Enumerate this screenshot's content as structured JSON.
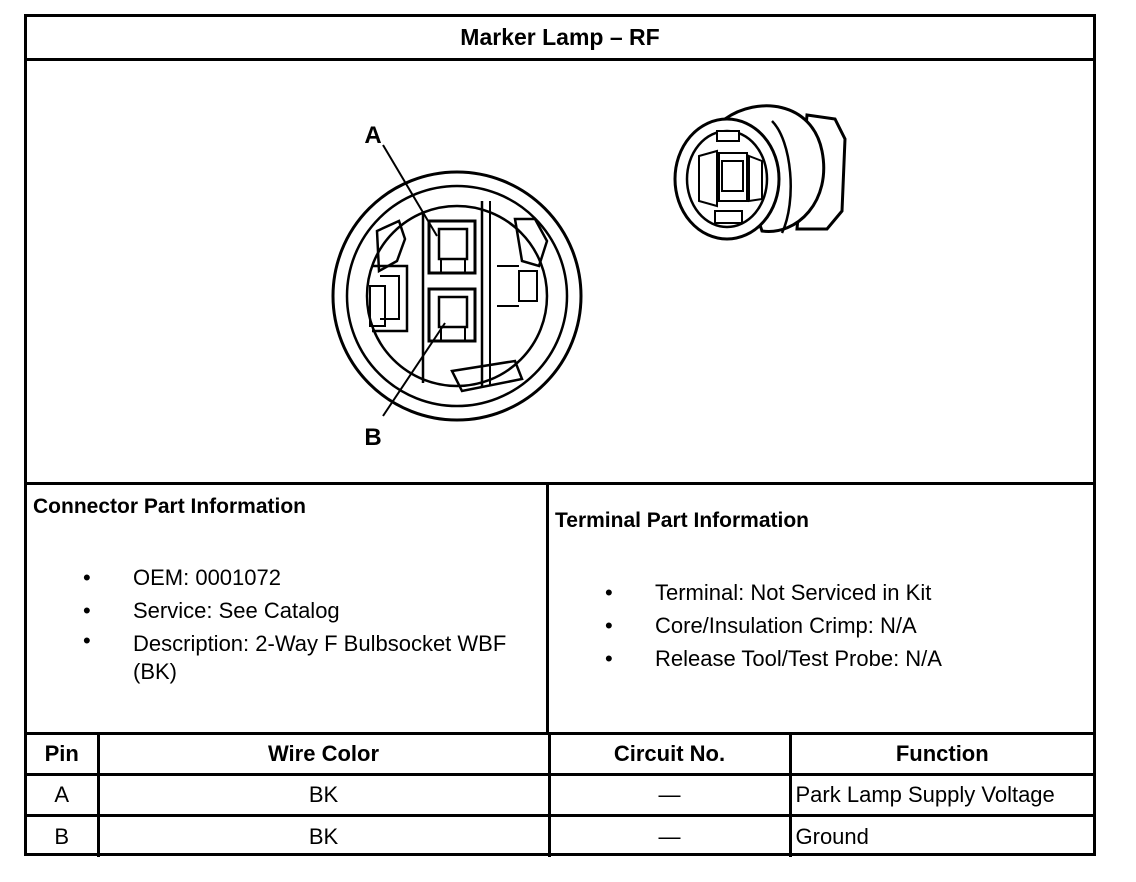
{
  "title": "Marker Lamp – RF",
  "diagram": {
    "pin_a_label": "A",
    "pin_b_label": "B"
  },
  "connector_info": {
    "heading": "Connector Part Information",
    "items": [
      "OEM: 0001072",
      "Service: See Catalog",
      "Description: 2-Way F Bulbsocket WBF (BK)"
    ]
  },
  "terminal_info": {
    "heading": "Terminal Part Information",
    "items": [
      "Terminal: Not Serviced in Kit",
      "Core/Insulation Crimp: N/A",
      "Release Tool/Test Probe: N/A"
    ]
  },
  "pin_table": {
    "headers": [
      "Pin",
      "Wire Color",
      "Circuit No.",
      "Function"
    ],
    "rows": [
      [
        "A",
        "BK",
        "—",
        "Park Lamp Supply Voltage"
      ],
      [
        "B",
        "BK",
        "—",
        "Ground"
      ]
    ]
  }
}
